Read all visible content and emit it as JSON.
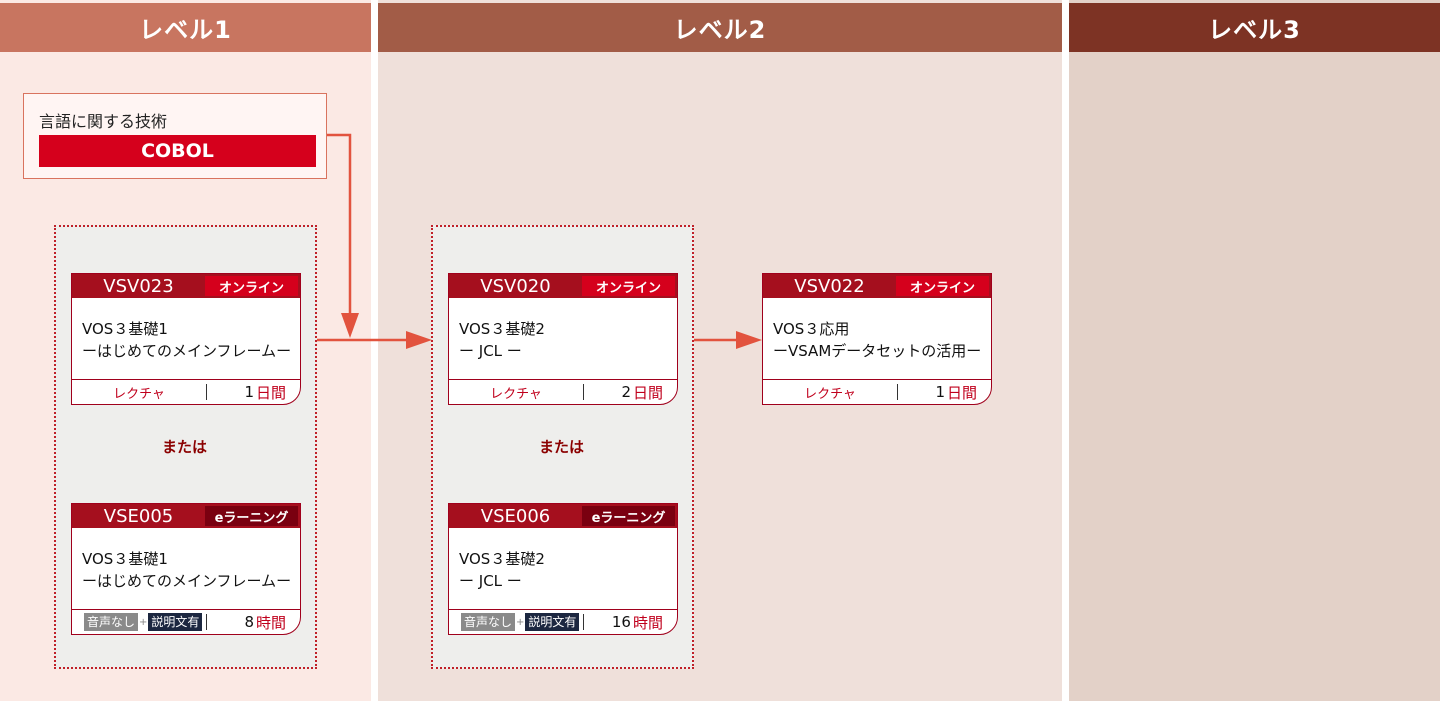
{
  "levels": [
    {
      "label": "レベル1",
      "head_color": "#c87560",
      "bg_color": "#fbe9e4"
    },
    {
      "label": "レベル2",
      "head_color": "#a25c47",
      "bg_color": "#efe0da"
    },
    {
      "label": "レベル3",
      "head_color": "#7d3324",
      "bg_color": "#e3d1c8"
    }
  ],
  "language": {
    "title": "言語に関する技術",
    "name": "COBOL"
  },
  "or_label": "または",
  "courses": {
    "vsv023": {
      "code": "VSV023",
      "tag": "オンライン",
      "title1": "VOS３基礎1",
      "title2": "ーはじめてのメインフレームー",
      "format": "レクチャ",
      "duration": "1",
      "unit": "日間"
    },
    "vse005": {
      "code": "VSE005",
      "tag": "eラーニング",
      "title1": "VOS３基礎1",
      "title2": "ーはじめてのメインフレームー",
      "badge1": "音声なし",
      "badge2": "説明文有",
      "duration": "8",
      "unit": "時間"
    },
    "vsv020": {
      "code": "VSV020",
      "tag": "オンライン",
      "title1": "VOS３基礎2",
      "title2": "ー JCL ー",
      "format": "レクチャ",
      "duration": "2",
      "unit": "日間"
    },
    "vse006": {
      "code": "VSE006",
      "tag": "eラーニング",
      "title1": "VOS３基礎2",
      "title2": "ー JCL ー",
      "badge1": "音声なし",
      "badge2": "説明文有",
      "duration": "16",
      "unit": "時間"
    },
    "vsv022": {
      "code": "VSV022",
      "tag": "オンライン",
      "title1": "VOS３応用",
      "title2": "ーVSAMデータセットの活用ー",
      "format": "レクチャ",
      "duration": "1",
      "unit": "日間"
    }
  },
  "colors": {
    "accent": "#d5001c",
    "arrow": "#e2533e",
    "dark_red": "#a50f1e"
  }
}
